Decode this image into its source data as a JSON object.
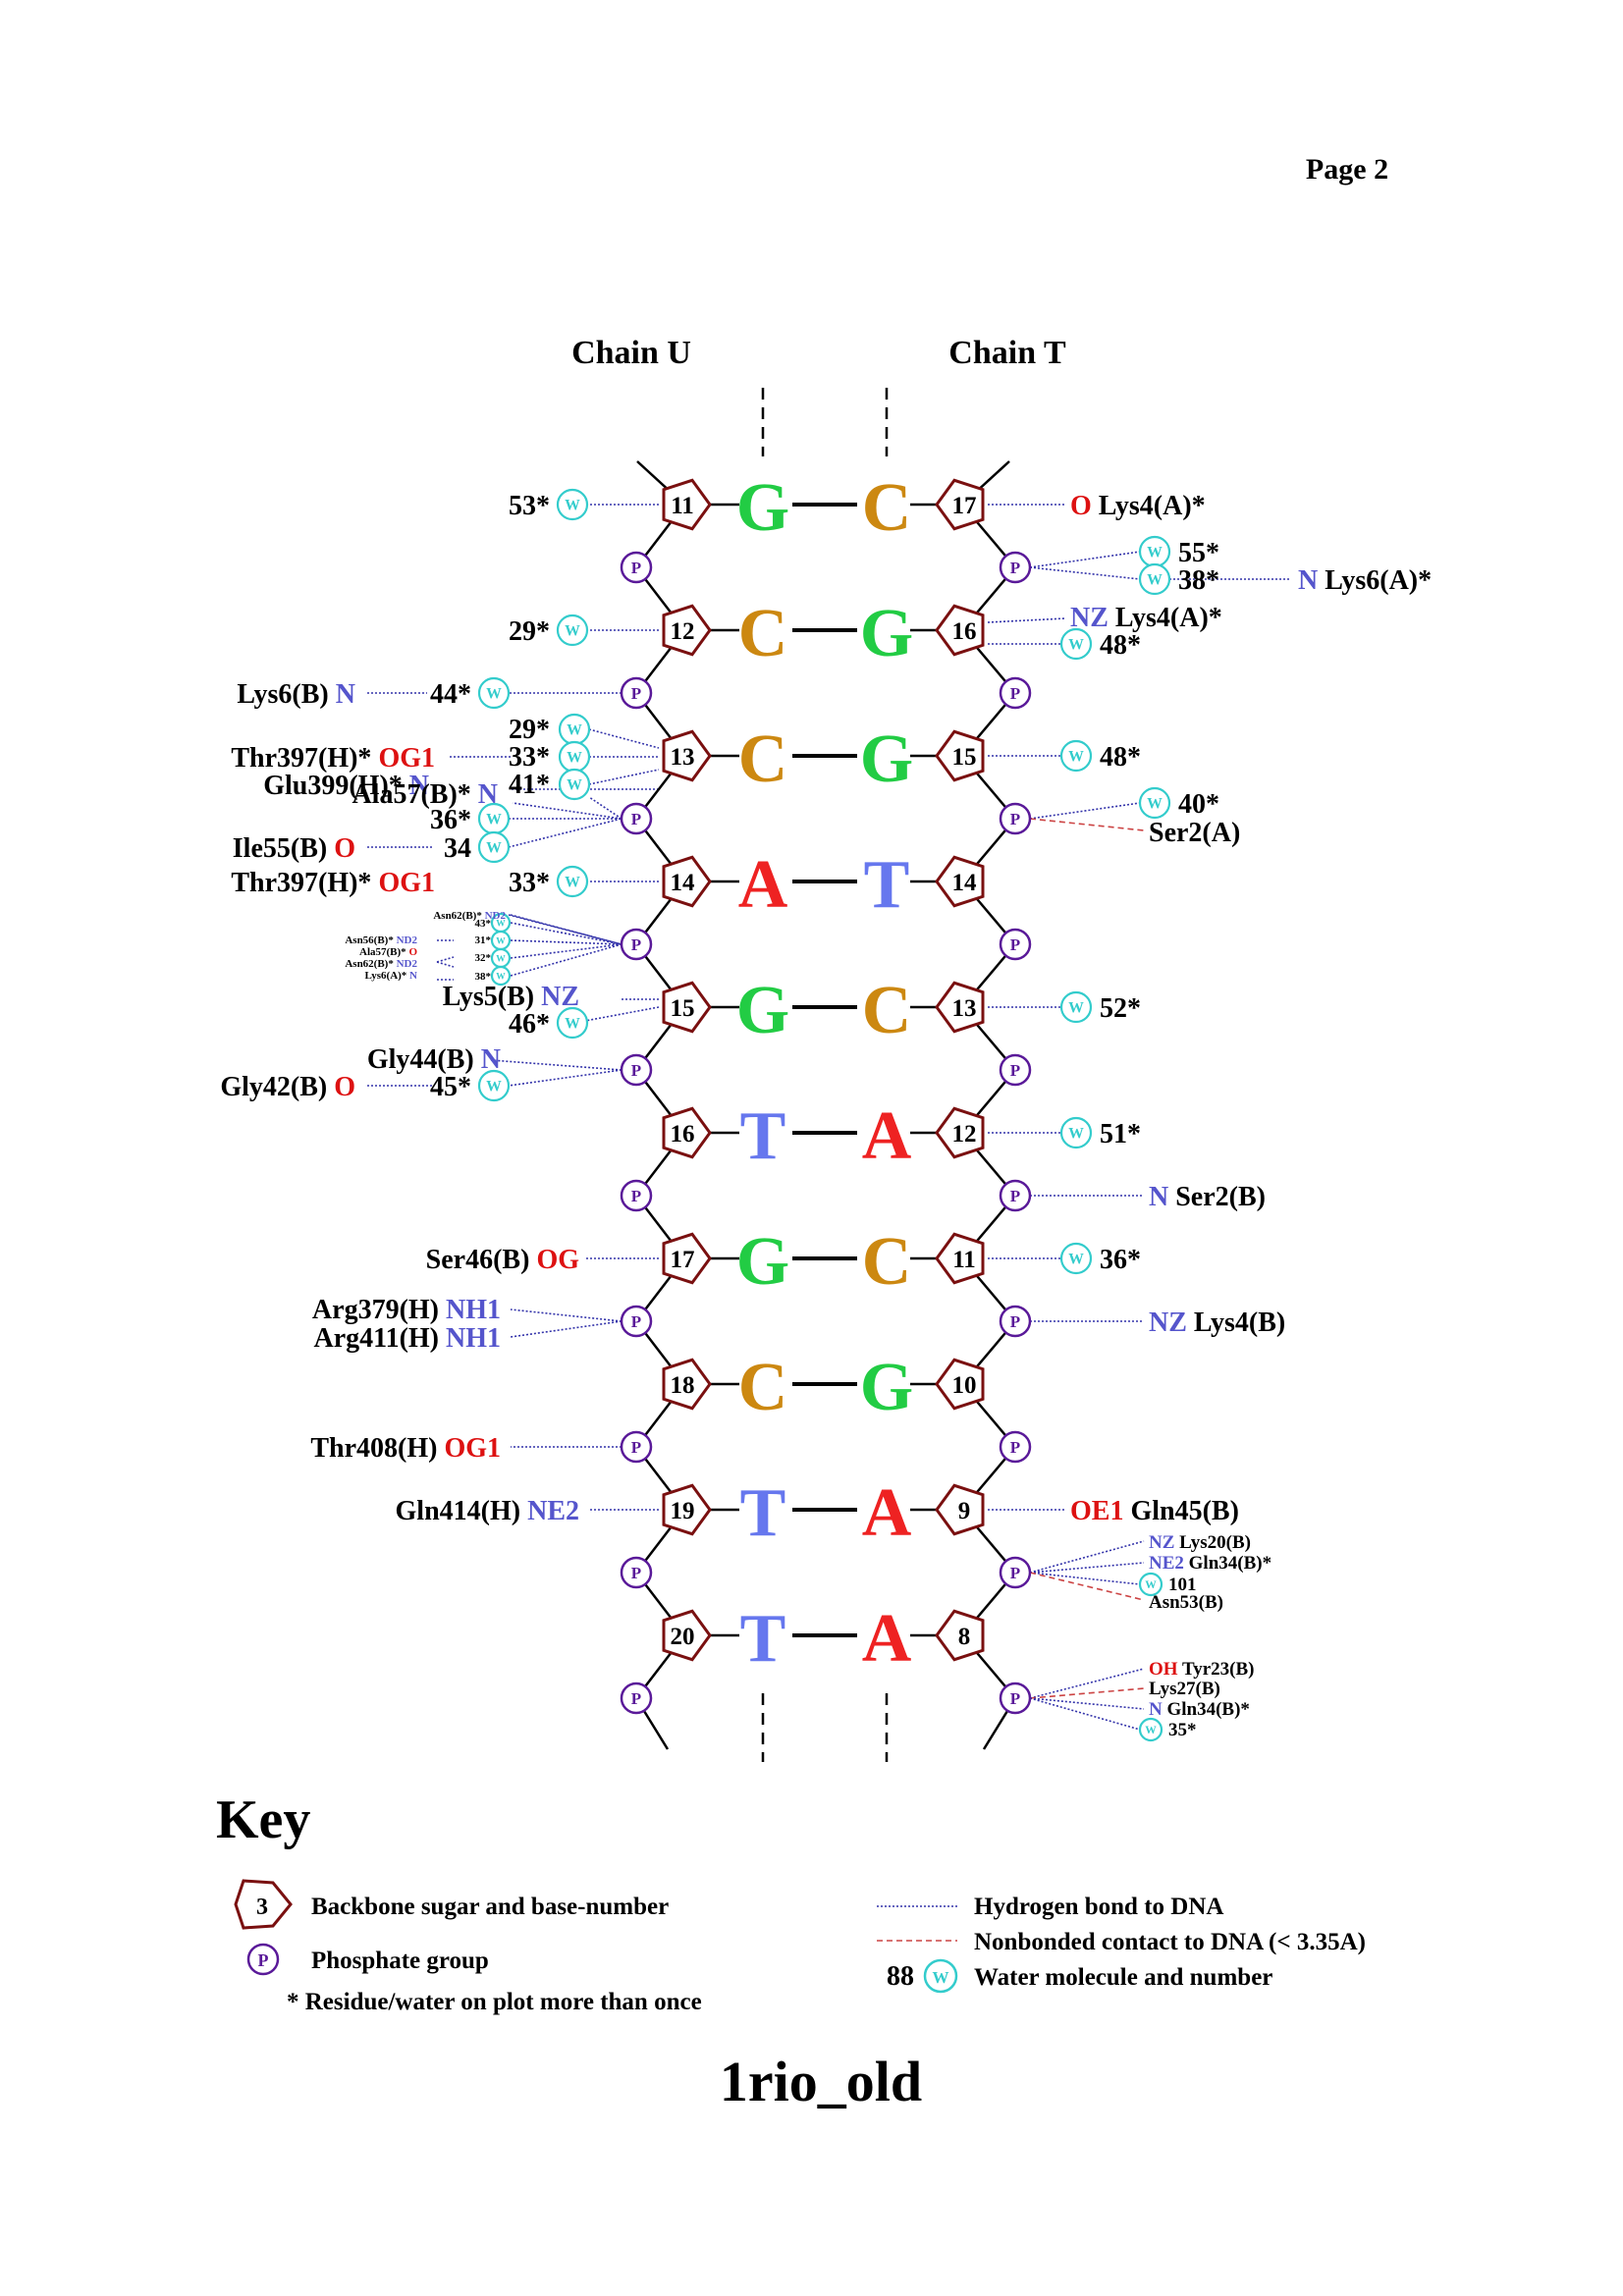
{
  "page_label": "Page 2",
  "chain_left": "Chain U",
  "chain_right": "Chain T",
  "title": "1rio_old",
  "colors": {
    "G": "#22cc44",
    "C": "#cc8811",
    "A": "#ee2222",
    "T": "#6677ee",
    "atom_red": "#dd1111",
    "atom_blue": "#5555cc",
    "water": "#33cccc",
    "sugar": "#7a1010",
    "phosphate": "#5a1a99",
    "hbond": "#3333aa",
    "nonbond": "#cc4444"
  },
  "base_pairs": [
    {
      "left": "G",
      "right": "C",
      "left_num": "11",
      "right_num": "17"
    },
    {
      "left": "C",
      "right": "G",
      "left_num": "12",
      "right_num": "16"
    },
    {
      "left": "C",
      "right": "G",
      "left_num": "13",
      "right_num": "15"
    },
    {
      "left": "A",
      "right": "T",
      "left_num": "14",
      "right_num": "14"
    },
    {
      "left": "G",
      "right": "C",
      "left_num": "15",
      "right_num": "13"
    },
    {
      "left": "T",
      "right": "A",
      "left_num": "16",
      "right_num": "12"
    },
    {
      "left": "G",
      "right": "C",
      "left_num": "17",
      "right_num": "11"
    },
    {
      "left": "C",
      "right": "G",
      "left_num": "18",
      "right_num": "10"
    },
    {
      "left": "T",
      "right": "A",
      "left_num": "19",
      "right_num": "9"
    },
    {
      "left": "T",
      "right": "A",
      "left_num": "20",
      "right_num": "8"
    }
  ],
  "phosphate_label": "P",
  "water_label": "W",
  "labels": [
    {
      "id": "l1",
      "parts": [
        {
          "t": "53*",
          "c": "k"
        }
      ]
    },
    {
      "id": "l2",
      "parts": [
        {
          "t": "29*",
          "c": "k"
        }
      ]
    },
    {
      "id": "l3a",
      "parts": [
        {
          "t": "Lys6(B) ",
          "c": "k"
        },
        {
          "t": "N",
          "c": "b"
        }
      ]
    },
    {
      "id": "l3b",
      "parts": [
        {
          "t": "44*",
          "c": "k"
        }
      ]
    },
    {
      "id": "l4a",
      "parts": [
        {
          "t": "29*",
          "c": "k"
        }
      ]
    },
    {
      "id": "l4b",
      "parts": [
        {
          "t": "Thr397(H)* ",
          "c": "k"
        },
        {
          "t": "OG1",
          "c": "r"
        }
      ]
    },
    {
      "id": "l4c",
      "parts": [
        {
          "t": "33*",
          "c": "k"
        }
      ]
    },
    {
      "id": "l4d",
      "parts": [
        {
          "t": "Glu399(H)* ",
          "c": "k"
        },
        {
          "t": "N",
          "c": "b"
        }
      ]
    },
    {
      "id": "l4e",
      "parts": [
        {
          "t": "41*",
          "c": "k"
        }
      ]
    },
    {
      "id": "l4f",
      "parts": [
        {
          "t": "Ala57(B)* ",
          "c": "k"
        },
        {
          "t": "N",
          "c": "b"
        }
      ]
    },
    {
      "id": "l5a",
      "parts": [
        {
          "t": "36*",
          "c": "k"
        }
      ]
    },
    {
      "id": "l5b",
      "parts": [
        {
          "t": "Ile55(B) ",
          "c": "k"
        },
        {
          "t": "O",
          "c": "r"
        }
      ]
    },
    {
      "id": "l5c",
      "parts": [
        {
          "t": "34",
          "c": "k"
        }
      ]
    },
    {
      "id": "l6a",
      "parts": [
        {
          "t": "Thr397(H)* ",
          "c": "k"
        },
        {
          "t": "OG1",
          "c": "r"
        }
      ]
    },
    {
      "id": "l6b",
      "parts": [
        {
          "t": "33*",
          "c": "k"
        }
      ]
    },
    {
      "id": "s1",
      "parts": [
        {
          "t": "Asn62(B)* ",
          "c": "k"
        },
        {
          "t": "ND2",
          "c": "b"
        }
      ]
    },
    {
      "id": "s2",
      "parts": [
        {
          "t": "43*",
          "c": "k"
        }
      ]
    },
    {
      "id": "s3",
      "parts": [
        {
          "t": "Asn56(B)* ",
          "c": "k"
        },
        {
          "t": "ND2",
          "c": "b"
        }
      ]
    },
    {
      "id": "s4",
      "parts": [
        {
          "t": "31*",
          "c": "k"
        }
      ]
    },
    {
      "id": "s5",
      "parts": [
        {
          "t": "Ala57(B)* ",
          "c": "k"
        },
        {
          "t": "O",
          "c": "r"
        }
      ]
    },
    {
      "id": "s6",
      "parts": [
        {
          "t": "Asn62(B)* ",
          "c": "k"
        },
        {
          "t": "ND2",
          "c": "b"
        }
      ]
    },
    {
      "id": "s7",
      "parts": [
        {
          "t": "32*",
          "c": "k"
        }
      ]
    },
    {
      "id": "s8",
      "parts": [
        {
          "t": "Lys6(A)* ",
          "c": "k"
        },
        {
          "t": "N",
          "c": "b"
        }
      ]
    },
    {
      "id": "s9",
      "parts": [
        {
          "t": "38*",
          "c": "k"
        }
      ]
    },
    {
      "id": "l7a",
      "parts": [
        {
          "t": "Lys5(B) ",
          "c": "k"
        },
        {
          "t": "NZ",
          "c": "b"
        }
      ]
    },
    {
      "id": "l7b",
      "parts": [
        {
          "t": "46*",
          "c": "k"
        }
      ]
    },
    {
      "id": "l8a",
      "parts": [
        {
          "t": "Gly44(B) ",
          "c": "k"
        },
        {
          "t": "N",
          "c": "b"
        }
      ]
    },
    {
      "id": "l8b",
      "parts": [
        {
          "t": "Gly42(B) ",
          "c": "k"
        },
        {
          "t": "O",
          "c": "r"
        }
      ]
    },
    {
      "id": "l8c",
      "parts": [
        {
          "t": "45*",
          "c": "k"
        }
      ]
    },
    {
      "id": "l9",
      "parts": [
        {
          "t": "Ser46(B) ",
          "c": "k"
        },
        {
          "t": "OG",
          "c": "r"
        }
      ]
    },
    {
      "id": "l10a",
      "parts": [
        {
          "t": "Arg379(H) ",
          "c": "k"
        },
        {
          "t": "NH1",
          "c": "b"
        }
      ]
    },
    {
      "id": "l10b",
      "parts": [
        {
          "t": "Arg411(H) ",
          "c": "k"
        },
        {
          "t": "NH1",
          "c": "b"
        }
      ]
    },
    {
      "id": "l11",
      "parts": [
        {
          "t": "Thr408(H) ",
          "c": "k"
        },
        {
          "t": "OG1",
          "c": "r"
        }
      ]
    },
    {
      "id": "l12",
      "parts": [
        {
          "t": "Gln414(H) ",
          "c": "k"
        },
        {
          "t": "NE2",
          "c": "b"
        }
      ]
    },
    {
      "id": "r1",
      "parts": [
        {
          "t": "O",
          "c": "r"
        },
        {
          "t": " Lys4(A)*",
          "c": "k"
        }
      ]
    },
    {
      "id": "r2a",
      "parts": [
        {
          "t": "55*",
          "c": "k"
        }
      ]
    },
    {
      "id": "r2b",
      "parts": [
        {
          "t": "38*",
          "c": "k"
        }
      ]
    },
    {
      "id": "r2c",
      "parts": [
        {
          "t": "N",
          "c": "b"
        },
        {
          "t": " Lys6(A)*",
          "c": "k"
        }
      ]
    },
    {
      "id": "r3a",
      "parts": [
        {
          "t": "NZ",
          "c": "b"
        },
        {
          "t": " Lys4(A)*",
          "c": "k"
        }
      ]
    },
    {
      "id": "r3b",
      "parts": [
        {
          "t": "48*",
          "c": "k"
        }
      ]
    },
    {
      "id": "r4",
      "parts": [
        {
          "t": "48*",
          "c": "k"
        }
      ]
    },
    {
      "id": "r5a",
      "parts": [
        {
          "t": "40*",
          "c": "k"
        }
      ]
    },
    {
      "id": "r5b",
      "parts": [
        {
          "t": "Ser2(A)",
          "c": "k"
        }
      ]
    },
    {
      "id": "r6",
      "parts": [
        {
          "t": "52*",
          "c": "k"
        }
      ]
    },
    {
      "id": "r7",
      "parts": [
        {
          "t": "51*",
          "c": "k"
        }
      ]
    },
    {
      "id": "r8",
      "parts": [
        {
          "t": "N",
          "c": "b"
        },
        {
          "t": " Ser2(B)",
          "c": "k"
        }
      ]
    },
    {
      "id": "r9",
      "parts": [
        {
          "t": "36*",
          "c": "k"
        }
      ]
    },
    {
      "id": "r10",
      "parts": [
        {
          "t": "NZ",
          "c": "b"
        },
        {
          "t": " Lys4(B)",
          "c": "k"
        }
      ]
    },
    {
      "id": "r11",
      "parts": [
        {
          "t": "OE1",
          "c": "r"
        },
        {
          "t": " Gln45(B)",
          "c": "k"
        }
      ]
    },
    {
      "id": "r12a",
      "parts": [
        {
          "t": "NZ",
          "c": "b"
        },
        {
          "t": " Lys20(B)",
          "c": "k"
        }
      ]
    },
    {
      "id": "r12b",
      "parts": [
        {
          "t": "NE2",
          "c": "b"
        },
        {
          "t": " Gln34(B)*",
          "c": "k"
        }
      ]
    },
    {
      "id": "r12c",
      "parts": [
        {
          "t": "101",
          "c": "k"
        }
      ]
    },
    {
      "id": "r12d",
      "parts": [
        {
          "t": "Asn53(B)",
          "c": "k"
        }
      ]
    },
    {
      "id": "r13a",
      "parts": [
        {
          "t": "OH",
          "c": "r"
        },
        {
          "t": " Tyr23(B)",
          "c": "k"
        }
      ]
    },
    {
      "id": "r13b",
      "parts": [
        {
          "t": "Lys27(B)",
          "c": "k"
        }
      ]
    },
    {
      "id": "r13c",
      "parts": [
        {
          "t": "N",
          "c": "b"
        },
        {
          "t": " Gln34(B)*",
          "c": "k"
        }
      ]
    },
    {
      "id": "r13d",
      "parts": [
        {
          "t": "35*",
          "c": "k"
        }
      ]
    }
  ],
  "key": {
    "title": "Key",
    "sugar_example": "3",
    "sugar_text": "Backbone sugar and base-number",
    "phosphate_text": "Phosphate group",
    "star_text": "* Residue/water on plot more than once",
    "hbond_text": "Hydrogen bond to DNA",
    "nonbond_text": "Nonbonded contact to DNA (< 3.35A)",
    "water_number": "88",
    "water_text": "Water molecule and number"
  }
}
